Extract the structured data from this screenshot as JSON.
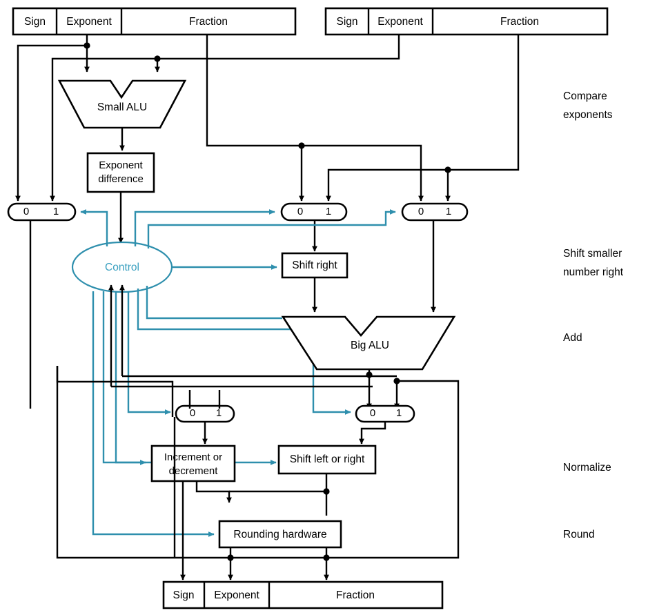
{
  "diagram": {
    "title": "Floating-point addition block diagram",
    "accent_color": "#2e8fad",
    "line_color": "#000000",
    "background": "#ffffff"
  },
  "operand_a": {
    "name": "operand-a-register",
    "fields": [
      {
        "label": "Sign"
      },
      {
        "label": "Exponent"
      },
      {
        "label": "Fraction"
      }
    ]
  },
  "operand_b": {
    "name": "operand-b-register",
    "fields": [
      {
        "label": "Sign"
      },
      {
        "label": "Exponent"
      },
      {
        "label": "Fraction"
      }
    ]
  },
  "result": {
    "name": "result-register",
    "fields": [
      {
        "label": "Sign"
      },
      {
        "label": "Exponent"
      },
      {
        "label": "Fraction"
      }
    ]
  },
  "units": {
    "small_alu": "Small ALU",
    "big_alu": "Big ALU",
    "exponent_difference": "Exponent\ndifference",
    "exponent_difference_line1": "Exponent",
    "exponent_difference_line2": "difference",
    "shift_right": "Shift right",
    "increment_or_decrement_line1": "Increment or",
    "increment_or_decrement_line2": "decrement",
    "shift_left_or_right": "Shift left or right",
    "rounding_hardware": "Rounding hardware",
    "control": "Control"
  },
  "mux": {
    "input_0": "0",
    "input_1": "1",
    "instances": [
      {
        "name": "mux-sign"
      },
      {
        "name": "mux-exponent"
      },
      {
        "name": "mux-fraction-small"
      },
      {
        "name": "mux-exponent-adjust"
      },
      {
        "name": "mux-fraction-normalize"
      }
    ]
  },
  "stages": [
    {
      "label_line1": "Compare",
      "label_line2": "exponents",
      "name": "stage-compare-exponents"
    },
    {
      "label_line1": "Shift smaller",
      "label_line2": "number right",
      "name": "stage-shift-smaller"
    },
    {
      "label_line1": "Add",
      "label_line2": "",
      "name": "stage-add"
    },
    {
      "label_line1": "Normalize",
      "label_line2": "",
      "name": "stage-normalize"
    },
    {
      "label_line1": "Round",
      "label_line2": "",
      "name": "stage-round"
    }
  ]
}
